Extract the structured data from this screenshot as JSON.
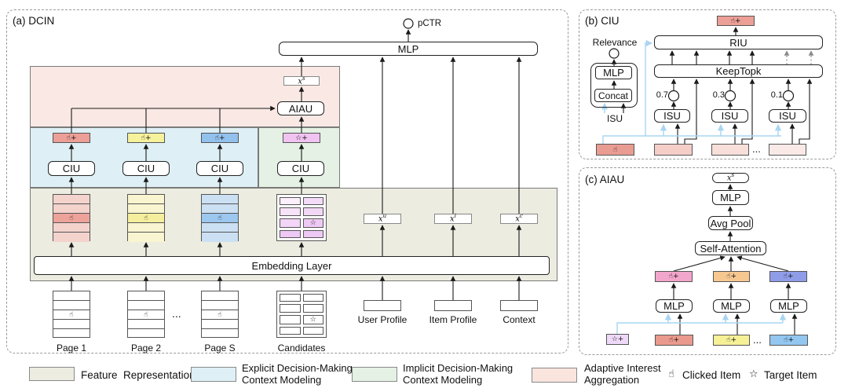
{
  "panel_a": {
    "title": "(a) DCIN",
    "pctr": "pCTR",
    "mlp": "MLP",
    "aiau": "AIAU",
    "ciu": "CIU",
    "embedding": "Embedding Layer",
    "pages": [
      "Page 1",
      "Page 2",
      "Page S",
      "Candidates"
    ],
    "profiles": [
      "User Profile",
      "Item Profile",
      "Context"
    ],
    "dots": "..."
  },
  "math": {
    "x": "x",
    "s": "s",
    "u": "u",
    "i": "i",
    "c": "c"
  },
  "panel_b": {
    "title": "(b) CIU",
    "riu": "RIU",
    "keeptopk": "KeepTopk",
    "isu": "ISU",
    "scores": [
      "0.7",
      "0.3",
      "0.1"
    ],
    "relevance": "Relevance",
    "mlp": "MLP",
    "concat": "Concat",
    "isu_caption": "ISU",
    "dots": "..."
  },
  "panel_c": {
    "title": "(c) AIAU",
    "mlp": "MLP",
    "avg_pool": "Avg Pool",
    "self_attention": "Self-Attention",
    "dots": "..."
  },
  "icons": {
    "clicked": "☝",
    "target": "☆",
    "clicked_plus": "☝+",
    "target_plus": "☆+"
  },
  "legend": {
    "feature": "Feature  Representation",
    "explicit_1": "Explicit Decision-Making",
    "explicit_2": "Context Modeling",
    "implicit_1": "Implicit Decision-Making",
    "implicit_2": "Context Modeling",
    "adaptive_1": "Adaptive Interest",
    "adaptive_2": "Aggregation",
    "clicked": "Clicked Item",
    "target": "Target Item"
  },
  "colors": {
    "feature_bg": "#ECECE1",
    "explicit_bg": "#DEEFF5",
    "implicit_bg": "#E4F1E4",
    "adaptive_bg": "#F9E8E3",
    "salmon": "#EC9F96",
    "yellow": "#F6F19B",
    "blue": "#93C1ED",
    "violet": "#F1C3F1",
    "pink_c": "#F3A6CB",
    "orange_c": "#F6C890",
    "periwinkle_c": "#8F9DE9",
    "arrow_blue": "#A9D5F2"
  }
}
